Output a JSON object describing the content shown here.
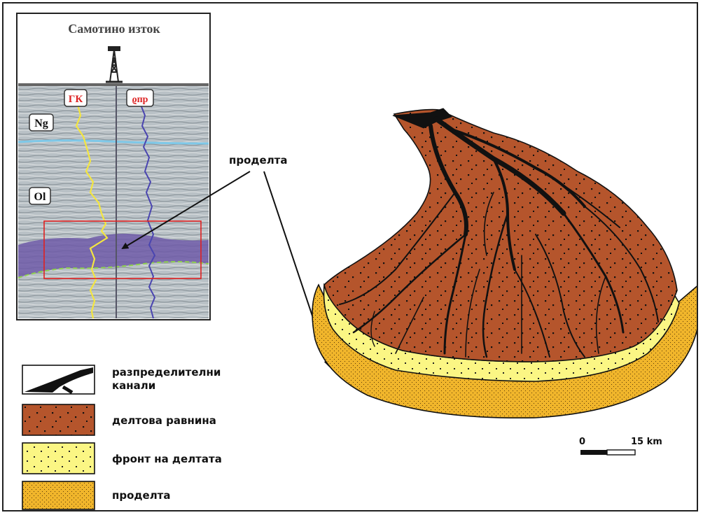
{
  "log_panel": {
    "title": "Самотино изток",
    "curve_gk_label": "ГК",
    "curve_rho_label": "ϱпр",
    "formation_ng": "Ng",
    "formation_ol": "Ol"
  },
  "callout": {
    "label": "проделта"
  },
  "legend": {
    "items": [
      {
        "label": "разпределителни канали",
        "line1": "разпределителни",
        "line2": "канали",
        "color": "#ffffff"
      },
      {
        "label": "делтова равнина",
        "color": "#b5552c"
      },
      {
        "label": "фронт на делтата",
        "color": "#fbf684"
      },
      {
        "label": "проделта",
        "color": "#f0b52b"
      }
    ]
  },
  "scale_bar": {
    "start_label": "0",
    "end_label": "15 km"
  },
  "colors": {
    "delta_plain": "#b5552c",
    "delta_front": "#fbf684",
    "prodelta": "#f0b52b",
    "channels": "#111111",
    "seismic_bg": "#b8c0c5",
    "purple_layer": "#6f5aa8",
    "gk_curve": "#f4e640",
    "rho_curve": "#4a45b0",
    "box": "#e02020"
  }
}
